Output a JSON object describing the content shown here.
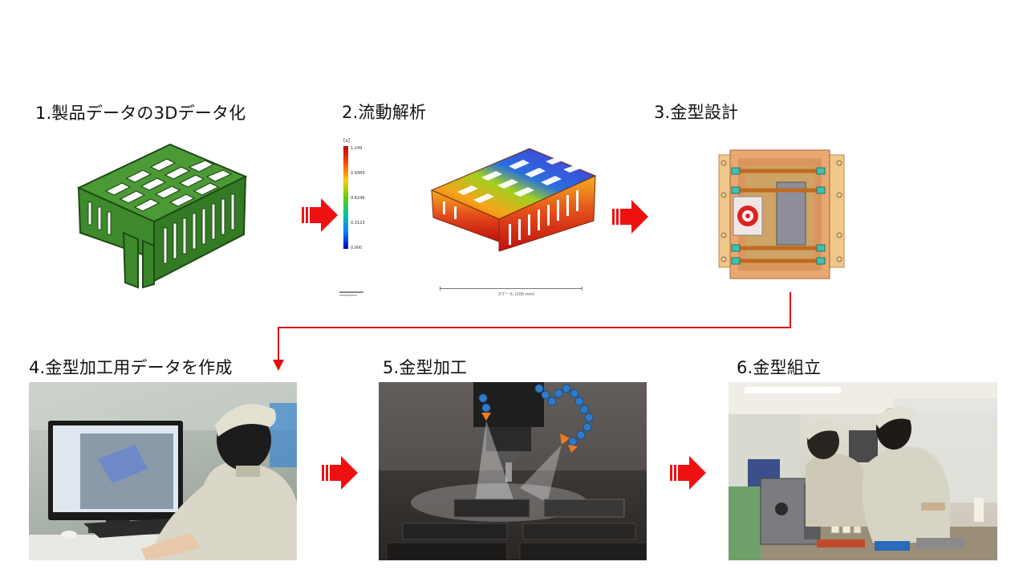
{
  "steps": [
    {
      "label": "1.製品データの3Dデータ化"
    },
    {
      "label": "2.流動解析"
    },
    {
      "label": "3.金型設計"
    },
    {
      "label": "4.金型加工用データを作成"
    },
    {
      "label": "5.金型加工"
    },
    {
      "label": "6.金型組立"
    }
  ],
  "analysis": {
    "legend_unit": "[s]",
    "legend_ticks": [
      "1.249",
      "0.9369",
      "0.6246",
      "0.3123",
      "0.000"
    ],
    "scale_label": "スケール (100 mm)"
  },
  "colors": {
    "arrow_red": "#ee1111",
    "connector_red": "#e01010",
    "part_green": "#3e8a2c"
  }
}
